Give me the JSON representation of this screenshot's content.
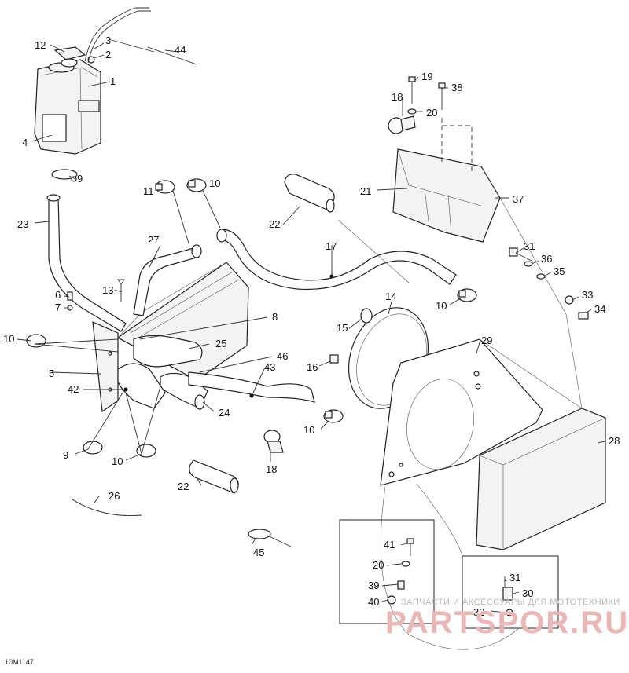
{
  "figure_code": "10M1147",
  "watermark": {
    "tagline": "ЗАПЧАСТИ И АКСЕССУАРЫ ДЛЯ МОТОТЕХНИКИ",
    "brand": "PARTSPOR.RU"
  },
  "callouts": {
    "c1": "1",
    "c2": "2",
    "c3": "3",
    "c4": "4",
    "c5": "5",
    "c6": "6",
    "c7": "7",
    "c8": "8",
    "c9a": "9",
    "c9b": "9",
    "c10a": "10",
    "c10b": "10",
    "c10c": "10",
    "c10d": "10",
    "c10e": "10",
    "c11": "11",
    "c12": "12",
    "c13": "13",
    "c14": "14",
    "c15": "15",
    "c16": "16",
    "c17": "17",
    "c18a": "18",
    "c18b": "18",
    "c19": "19",
    "c20a": "20",
    "c20b": "20",
    "c21": "21",
    "c22a": "22",
    "c22b": "22",
    "c23": "23",
    "c24": "24",
    "c25": "25",
    "c26": "26",
    "c27": "27",
    "c28": "28",
    "c29": "29",
    "c30": "30",
    "c31a": "31",
    "c31b": "31",
    "c32": "32",
    "c33": "33",
    "c34": "34",
    "c35": "35",
    "c36": "36",
    "c37": "37",
    "c38": "38",
    "c39": "39",
    "c40": "40",
    "c41": "41",
    "c42": "42",
    "c43": "43",
    "c44": "44",
    "c45": "45",
    "c46": "46"
  }
}
